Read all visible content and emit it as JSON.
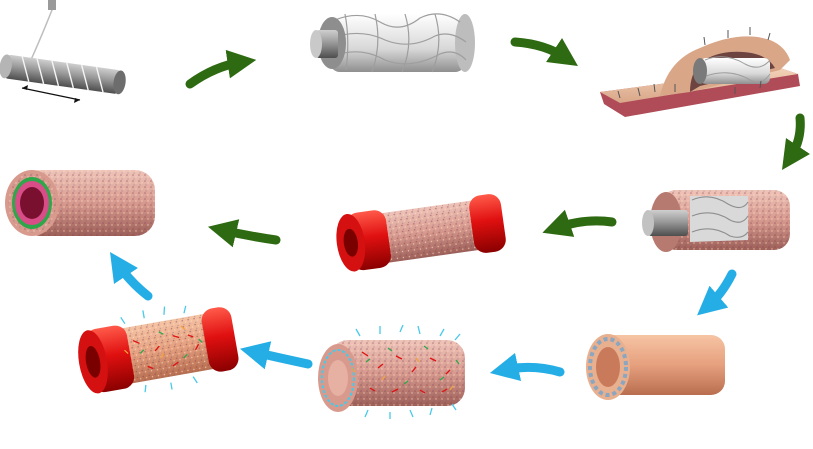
{
  "colors": {
    "background": "#ffffff",
    "arrow_green": "#2e6a12",
    "arrow_blue": "#25aee6",
    "fiber_white": "#f2f2f2",
    "mandrel_gray": "#8a8a8a",
    "skin_tan": "#e6b59b",
    "skin_dermis": "#c9888a",
    "tissue_pink": "#d99a8e",
    "silicone_red": "#e01010",
    "cell_green": "#2fa64a",
    "cell_cyan": "#47c9e8",
    "cell_orange": "#f2a33a"
  },
  "steps": [
    {
      "name": "step-1-mandrel-coiled-with-fibers"
    },
    {
      "name": "step-2-fiber-wrapped-mandrel"
    },
    {
      "name": "step-3-subcutaneous-implantation"
    },
    {
      "name": "step-4-explanted-tissue-cylinder"
    },
    {
      "name": "step-5-tissue-tube-with-end-caps"
    },
    {
      "name": "step-6-layered-graft-cross-section"
    },
    {
      "name": "step-7-decellularized-tube"
    },
    {
      "name": "step-8-seeded-tube"
    },
    {
      "name": "step-9-seeded-tube-with-end-caps"
    }
  ],
  "arrows": [
    {
      "from": 1,
      "to": 2,
      "color": "green",
      "icon": "curved-arrow-right-icon"
    },
    {
      "from": 2,
      "to": 3,
      "color": "green",
      "icon": "curved-arrow-down-right-icon"
    },
    {
      "from": 3,
      "to": 4,
      "color": "green",
      "icon": "curved-arrow-down-icon"
    },
    {
      "from": 4,
      "to": 5,
      "color": "green",
      "icon": "curved-arrow-left-icon"
    },
    {
      "from": 5,
      "to": 6,
      "color": "green",
      "icon": "curved-arrow-left-icon"
    },
    {
      "from": 4,
      "to": 7,
      "color": "blue",
      "icon": "curved-arrow-down-left-icon"
    },
    {
      "from": 7,
      "to": 8,
      "color": "blue",
      "icon": "curved-arrow-left-icon"
    },
    {
      "from": 8,
      "to": 9,
      "color": "blue",
      "icon": "curved-arrow-left-icon"
    },
    {
      "from": 9,
      "to": 6,
      "color": "blue",
      "icon": "curved-arrow-up-left-icon"
    }
  ]
}
